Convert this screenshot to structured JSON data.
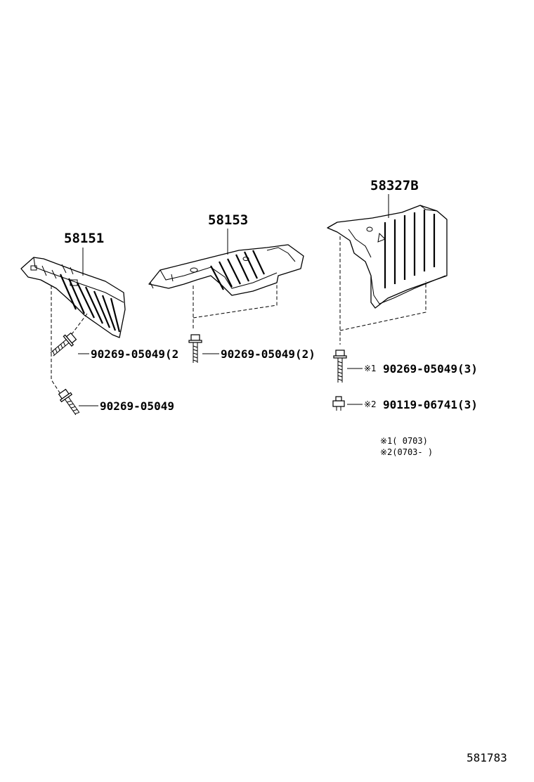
{
  "parts": {
    "p58151": "58151",
    "p58153": "58153",
    "p58327B": "58327B"
  },
  "fasteners": {
    "left_upper": "90269-05049(2",
    "left_lower": "90269-05049",
    "middle": "90269-05049(2)",
    "right_upper": "90269-05049(3)",
    "right_lower": "90119-06741(3)"
  },
  "markers": {
    "m1": "※1",
    "m2": "※2"
  },
  "notes": {
    "line1": "※1(      0703)",
    "line2": "※2(0703-      )"
  },
  "diagram_id": "581783"
}
